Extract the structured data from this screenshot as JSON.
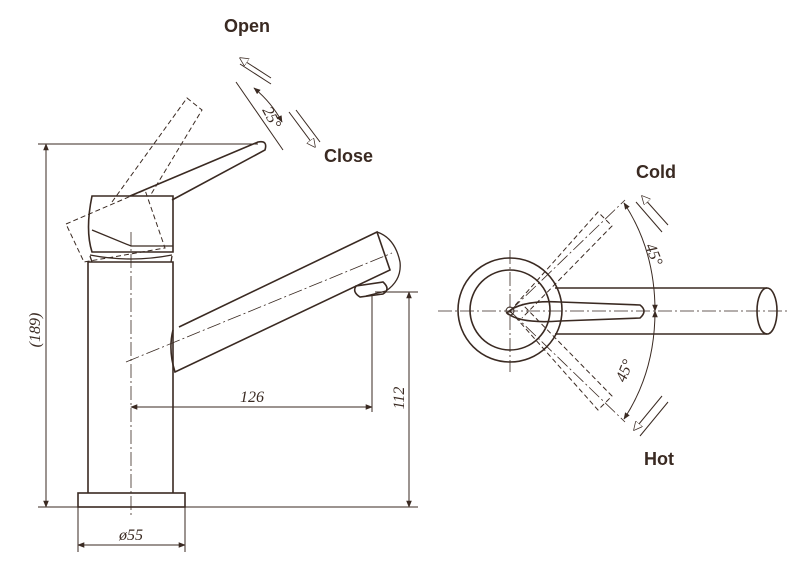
{
  "labels": {
    "open": "Open",
    "close": "Close",
    "cold": "Cold",
    "hot": "Hot"
  },
  "dimensions": {
    "height_total": "(189)",
    "height_spout": "112",
    "reach": "126",
    "base_diameter": "ø55",
    "lever_angle": "25°",
    "cold_angle": "45°",
    "hot_angle": "45°"
  },
  "colors": {
    "ink": "#3a2a22",
    "background": "#ffffff"
  }
}
